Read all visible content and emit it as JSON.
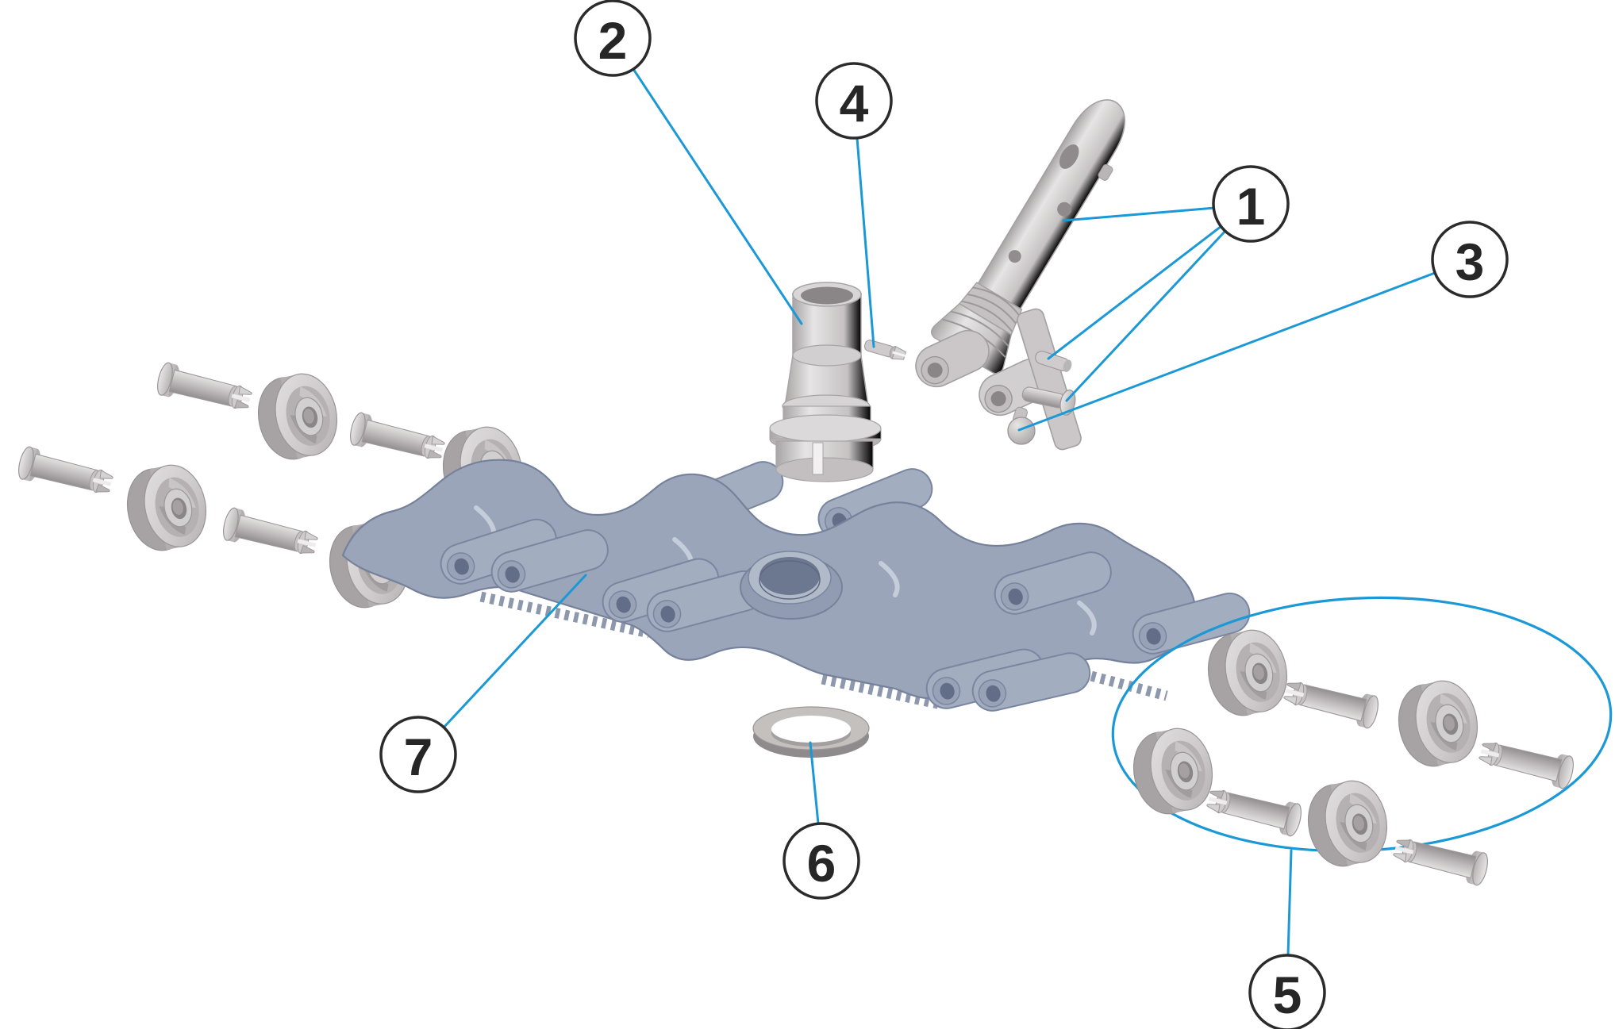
{
  "figure": {
    "type": "exploded-parts-diagram",
    "background": "#ffffff",
    "colors": {
      "leader": "#1a99d6",
      "callout_fill": "#ffffff",
      "callout_stroke": "#2b2b2b",
      "callout_text": "#262626",
      "metal_gray": "#c9c5c6",
      "body_blue_gray": "#9aa5b9"
    },
    "callouts": [
      {
        "label": "1"
      },
      {
        "label": "2"
      },
      {
        "label": "3"
      },
      {
        "label": "4"
      },
      {
        "label": "5"
      },
      {
        "label": "6"
      },
      {
        "label": "7"
      }
    ]
  }
}
